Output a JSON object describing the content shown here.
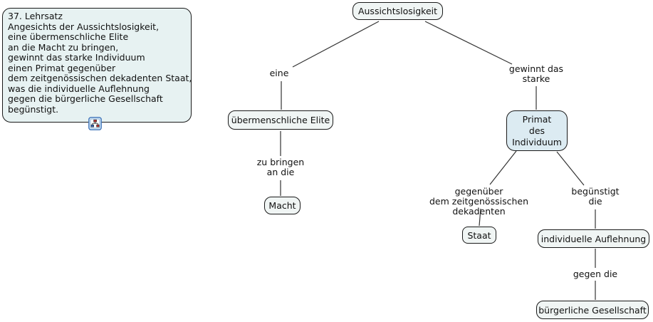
{
  "annotation": {
    "text": "37. Lehrsatz\nAngesichts der Aussichtslosigkeit,\neine übermenschliche Elite\nan die Macht zu bringen,\ngewinnt das starke Individuum\neinen Primat gegenüber\ndem zeitgenössischen dekadenten Staat,\nwas die individuelle Auflehnung\ngegen die bürgerliche Gesellschaft\nbegünstigt.",
    "icon": "concept-map-link-icon"
  },
  "concept_map": {
    "nodes": {
      "aussichtslosigkeit": "Aussichtslosigkeit",
      "uebermenschliche_elite": "übermenschliche Elite",
      "macht": "Macht",
      "primat_des_individuum": "Primat\ndes\nIndividuum",
      "staat": "Staat",
      "individuelle_auflehnung": "individuelle Auflehnung",
      "buergerliche_gesellschaft": "bürgerliche Gesellschaft"
    },
    "link_labels": {
      "eine": "eine",
      "zu_bringen_an_die": "zu bringen\nan die",
      "gewinnt_das_starke": "gewinnt das\nstarke",
      "gegenueber_dem_zeitgenoessischen_dekadenten": "gegenüber\ndem zeitgenössischen dekadenten",
      "beguenstigt_die": "begünstigt\ndie",
      "gegen_die": "gegen die"
    }
  },
  "colors": {
    "node_fill": "#f0f5f4",
    "highlight_node_fill": "#dcebf2",
    "annotation_fill": "#e7f2f2",
    "line": "#333333",
    "border": "#1a1a1a",
    "icon_blue": "#4477bb",
    "icon_red": "#bb3333"
  }
}
